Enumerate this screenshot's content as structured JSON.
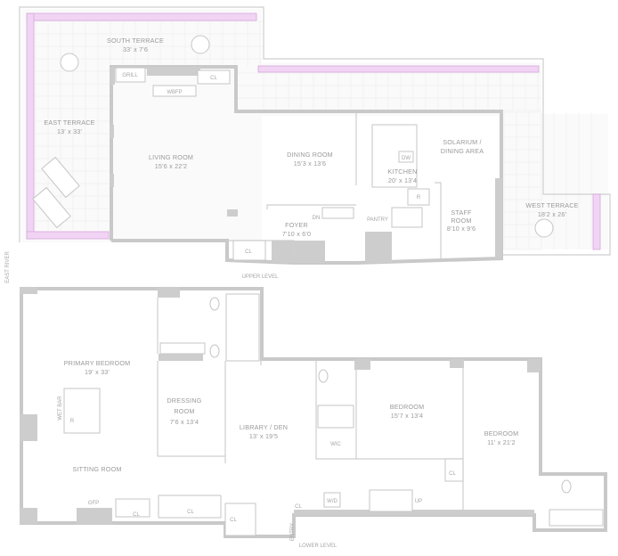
{
  "upper_level": {
    "caption": "UPPER LEVEL",
    "rooms": {
      "south_terrace": {
        "name": "SOUTH TERRACE",
        "size": "33' x 7'6"
      },
      "east_terrace": {
        "name": "EAST TERRACE",
        "size": "13' x 33'"
      },
      "living_room": {
        "name": "LIVING ROOM",
        "size": "15'6 x 22'2"
      },
      "dining_room": {
        "name": "DINING ROOM",
        "size": "15'3 x 13'6"
      },
      "kitchen": {
        "name": "KITCHEN",
        "size": "20' x 13'4"
      },
      "solarium": {
        "name_line1": "SOLARIUM /",
        "name_line2": "DINING AREA"
      },
      "staff_room": {
        "name_line1": "STAFF",
        "name_line2": "ROOM",
        "size": "8'10 x 9'6"
      },
      "west_terrace": {
        "name": "WEST TERRACE",
        "size": "18'2 x 26'"
      },
      "foyer": {
        "name": "FOYER",
        "size": "7'10 x 6'0"
      }
    },
    "fixtures": {
      "grill": "GRILL",
      "wbfp": "WBFP",
      "closet_top": "CL",
      "closet_bottom": "CL",
      "dishwasher": "DW",
      "refrigerator": "R",
      "pantry": "PANTRY",
      "stairs_down": "DN"
    }
  },
  "orientation": "EAST RIVER",
  "lower_level": {
    "caption": "LOWER LEVEL",
    "rooms": {
      "primary_bedroom": {
        "name": "PRIMARY BEDROOM",
        "size": "19' x 33'"
      },
      "sitting_room": {
        "name": "SITTING ROOM"
      },
      "dressing_room": {
        "name_line1": "DRESSING",
        "name_line2": "ROOM",
        "size": "7'6 x 13'4"
      },
      "library": {
        "name": "LIBRARY / DEN",
        "size": "13' x 19'5"
      },
      "bedroom_2": {
        "name": "BEDROOM",
        "size": "15'7 x 13'4"
      },
      "bedroom_3": {
        "name": "BEDROOM",
        "size": "11' x 21'2"
      }
    },
    "fixtures": {
      "wet_bar": "WET BAR",
      "refrigerator": "R",
      "gfp": "GFP",
      "closet_1": "CL",
      "closet_2": "CL",
      "closet_3": "CL",
      "closet_4": "CL",
      "closet_5": "CL",
      "entry": "ENTRY",
      "wic": "WIC",
      "washer_dryer": "W/D",
      "stairs_up": "UP"
    }
  },
  "colors": {
    "walls": "#c9c9c9",
    "planters": "#f1d4f4",
    "text": "#9a9a9a"
  }
}
